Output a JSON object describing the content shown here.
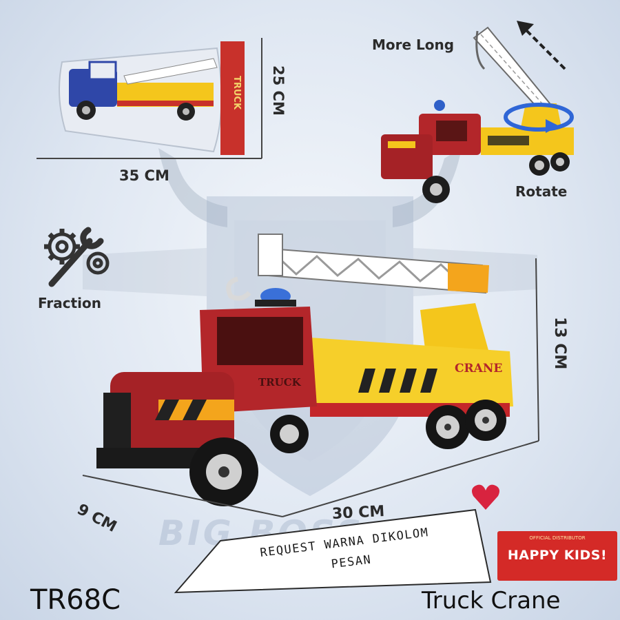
{
  "labels": {
    "more_long": "More Long",
    "rotate": "Rotate",
    "fraction": "Fraction",
    "dim_pack_width": "35 CM",
    "dim_pack_height": "25 CM",
    "dim_truck_height": "13 CM",
    "dim_truck_length": "30 CM",
    "dim_truck_depth": "9 CM"
  },
  "truck_prints": {
    "door_text": "TRUCK",
    "bed_text": "CRANE",
    "package_text": "TRUCK"
  },
  "banner": {
    "line1": "REQUEST WARNA DIKOLOM",
    "line2": "PESAN"
  },
  "brand": {
    "sub": "OFFICIAL DISTRIBUTOR",
    "name": "HAPPY KIDS!"
  },
  "watermark": "BIG BOSS",
  "product_code": "TR68C",
  "product_name": "Truck Crane",
  "colors": {
    "cab_red": "#b3262a",
    "bed_yellow": "#f4c61c",
    "brand_red": "#d42a27",
    "label_dark": "#2b2b2b"
  },
  "icons": [
    "gear-wrench-icon",
    "rotate-arrow-icon",
    "extend-arrow-icon",
    "heart-icon"
  ]
}
